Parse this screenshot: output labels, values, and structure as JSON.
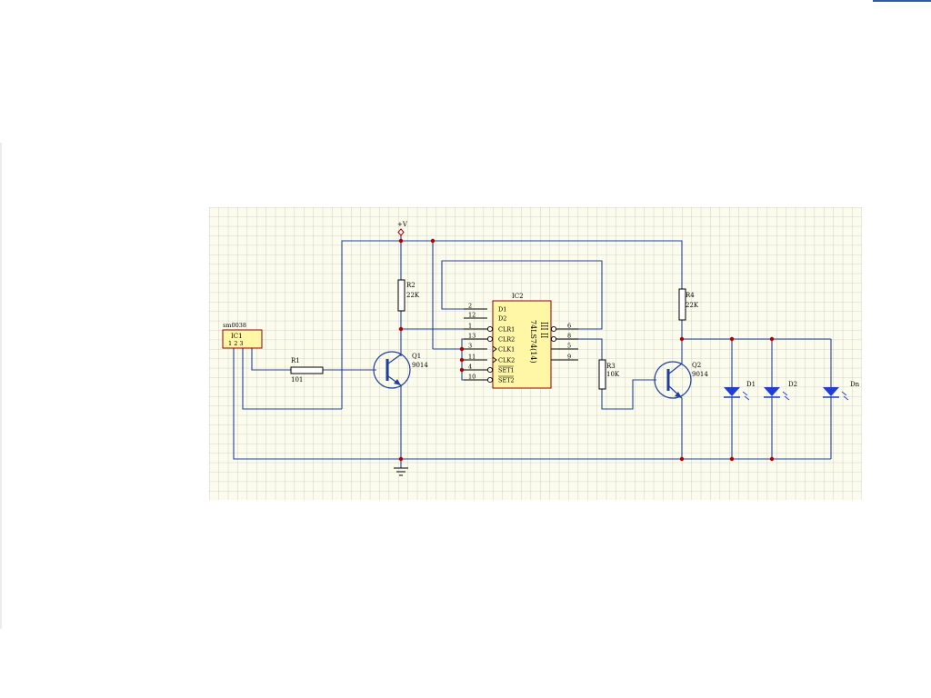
{
  "colors": {
    "grid_background": "#fcfcec",
    "grid_line": "#c6c6c6",
    "wire": "#1f3f9f",
    "node": "#b00000",
    "ic_fill": "#fff6a6",
    "led_fill": "#1f3fcf",
    "accent": "#2f5aa8"
  },
  "power": {
    "label": "+V"
  },
  "ground": {
    "icon": "ground-icon"
  },
  "ic1": {
    "part": "sm0038",
    "ref": "IC1",
    "pins": "1 2 3"
  },
  "r1": {
    "ref": "R1",
    "value": "101"
  },
  "r2": {
    "ref": "R2",
    "value": "22K"
  },
  "r3": {
    "ref": "R3",
    "value": "10K"
  },
  "r4": {
    "ref": "R4",
    "value": "22K"
  },
  "q1": {
    "ref": "Q1",
    "part": "9014"
  },
  "q2": {
    "ref": "Q2",
    "part": "9014"
  },
  "ic2": {
    "ref": "IC2",
    "part": "74LS74(14)",
    "vert_mark": "ꟾꟾꟾ ꟾꟾ",
    "left_pins": [
      "2",
      "12",
      "1",
      "13",
      "3",
      "11",
      "4",
      "10"
    ],
    "left_signals": [
      "D1",
      "D2",
      "CLR1",
      "CLR2",
      "CLK1",
      "CLK2",
      "SET1",
      "SET2"
    ],
    "right_pins": [
      "6",
      "8",
      "5",
      "9"
    ]
  },
  "leds": [
    {
      "ref": "D1"
    },
    {
      "ref": "D2"
    },
    {
      "ref": "Dn"
    }
  ]
}
